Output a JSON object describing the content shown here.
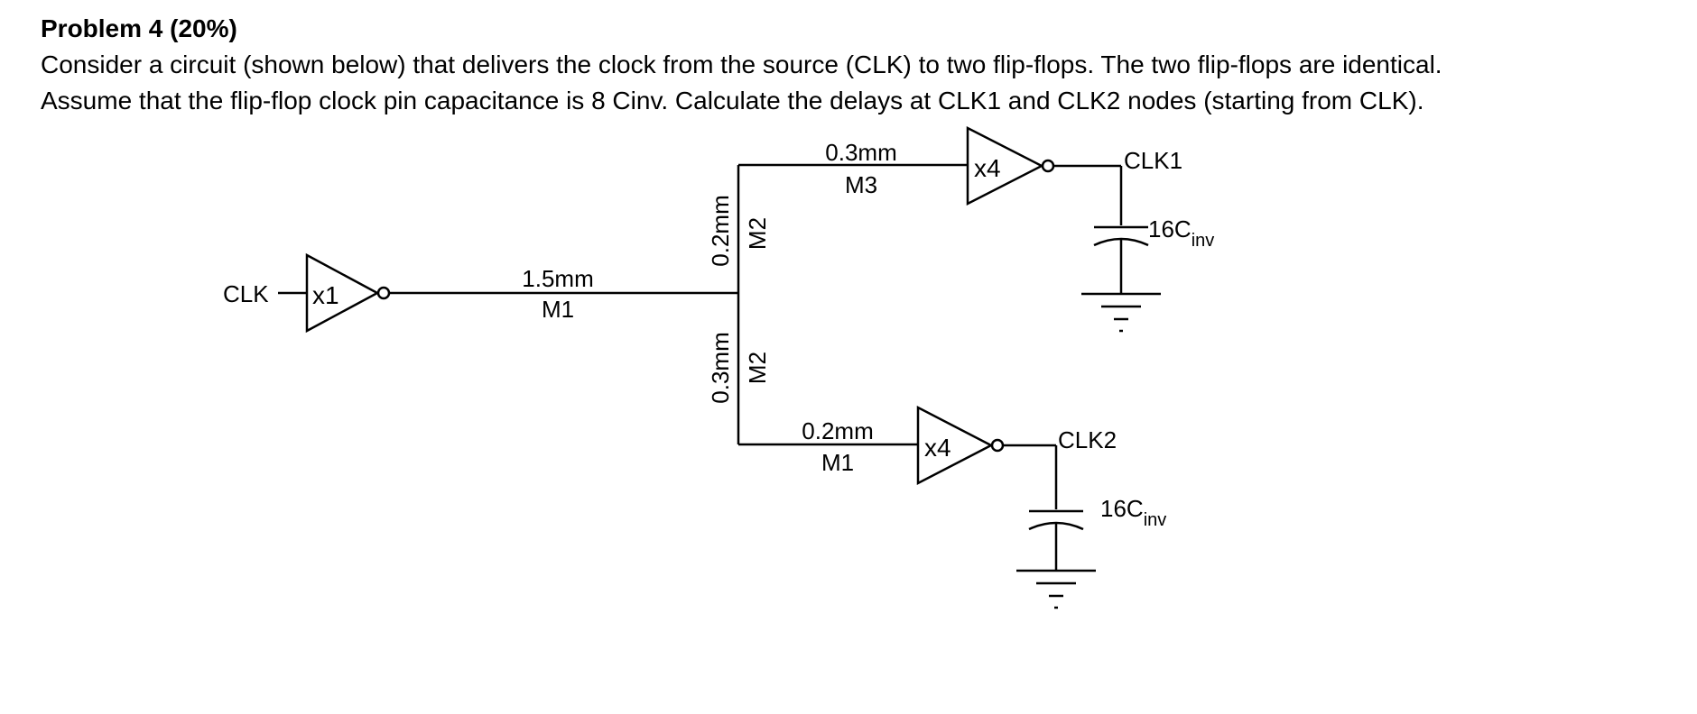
{
  "problem": {
    "title": "Problem 4 (20%)",
    "line1": "Consider a circuit (shown below) that delivers the clock from the source (CLK) to two flip-flops. The two flip-flops are identical.",
    "line2": "Assume that the flip-flop clock pin capacitance is 8 Cinv. Calculate the delays at CLK1 and CLK2 nodes (starting from CLK)."
  },
  "circuit": {
    "source_label": "CLK",
    "driver": {
      "label": "x1"
    },
    "trunk_wire": {
      "length": "1.5mm",
      "metal": "M1"
    },
    "upper_vertical_wire": {
      "length": "0.2mm",
      "metal": "M2"
    },
    "lower_vertical_wire": {
      "length": "0.3mm",
      "metal": "M2"
    },
    "upper_branch_wire": {
      "length": "0.3mm",
      "metal": "M3"
    },
    "lower_branch_wire": {
      "length": "0.2mm",
      "metal": "M1"
    },
    "upper_buffer": {
      "label": "x4"
    },
    "lower_buffer": {
      "label": "x4"
    },
    "clk1": {
      "label": "CLK1",
      "cap_main": "16C",
      "cap_sub": "inv"
    },
    "clk2": {
      "label": "CLK2",
      "cap_main": "16C",
      "cap_sub": "inv"
    }
  }
}
